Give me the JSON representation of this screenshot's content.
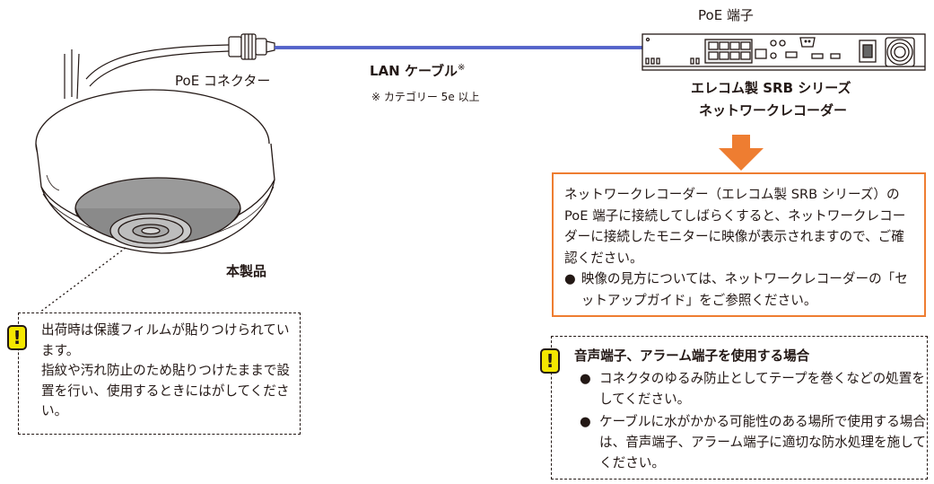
{
  "labels": {
    "poe_port": "PoE 端子",
    "poe_connector": "PoE コネクター",
    "lan_cable": "LAN ケーブル",
    "lan_cable_mark": "※",
    "lan_cable_note": "※ カテゴリー 5e 以上",
    "recorder_line1": "エレコム製 SRB シリーズ",
    "recorder_line2": "ネットワークレコーダー",
    "product": "本製品"
  },
  "info_box": {
    "paragraph": "ネットワークレコーダー（エレコム製 SRB シリーズ）の PoE 端子に接続してしばらくすると、ネットワークレコーダーに接続したモニターに映像が表示されますので、ご確認ください。",
    "bullet_mark": "●",
    "bullet": "映像の見方については、ネットワークレコーダーの「セットアップガイド」をご参照ください。"
  },
  "caution_left": {
    "icon": "!",
    "line1": "出荷時は保護フィルムが貼りつけられています。",
    "line2": "指紋や汚れ防止のため貼りつけたままで設置を行い、使用するときにはがしてください。"
  },
  "caution_right": {
    "icon": "!",
    "title": "音声端子、アラーム端子を使用する場合",
    "bullet_mark": "●",
    "items": [
      "コネクタのゆるみ防止としてテープを巻くなどの処置をしてください。",
      "ケーブルに水がかかる可能性のある場所で使用する場合は、音声端子、アラーム端子に適切な防水処理を施してください。"
    ]
  },
  "colors": {
    "cable": "#2b3eb8",
    "accent_orange": "#ee7d31",
    "caution_yellow": "#f4e700",
    "line_dark": "#231815"
  }
}
